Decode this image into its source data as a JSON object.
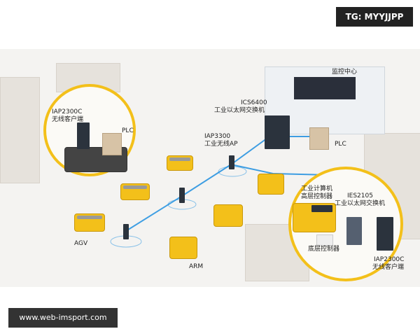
{
  "watermark_top": "TG: MYYJJPP",
  "watermark_bottom": "www.web-imsport.com",
  "labels": {
    "monitor_center": "监控中心",
    "ics6400_model": "ICS6400",
    "ics6400_desc": "工业以太网交换机",
    "plc_right": "PLC",
    "iap3300_model": "IAP3300",
    "iap3300_desc": "工业无线AP",
    "iap2300c_left_model": "IAP2300C",
    "iap2300c_left_desc": "无线客户端",
    "plc_left": "PLC",
    "agv": "AGV",
    "arm": "ARM",
    "industrial_pc": "工业计算机",
    "high_controller": "高层控制器",
    "ies2105_model": "IES2105",
    "ies2105_desc": "工业以太网交换机",
    "low_controller": "底层控制器",
    "iap2300c_right_model": "IAP2300C",
    "iap2300c_right_desc": "无线客户端"
  },
  "colors": {
    "accent": "#f3c01a",
    "link": "#1e8fe0",
    "device": "#2b333d"
  }
}
